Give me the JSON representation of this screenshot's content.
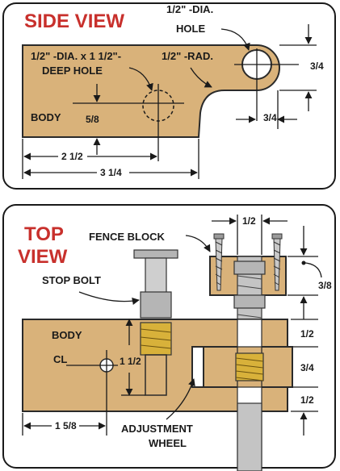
{
  "side_view": {
    "title": "SIDE VIEW",
    "hole_label_line1": "1/2\" -DIA.",
    "hole_label_line2": "HOLE",
    "deep_hole_line1": "1/2\" -DIA. x 1 1/2\"-",
    "deep_hole_line2": "DEEP HOLE",
    "radius_label": "1/2\" -RAD.",
    "body_label": "BODY",
    "dim_5_8": "5/8",
    "dim_3_4_right": "3/4",
    "dim_3_4_bottom": "3/4",
    "dim_2_1_2": "2 1/2",
    "dim_3_1_4": "3 1/4"
  },
  "top_view": {
    "title_line1": "TOP",
    "title_line2": "VIEW",
    "fence_block_label": "FENCE BLOCK",
    "stop_bolt_label": "STOP BOLT",
    "body_label": "BODY",
    "centerline_label": "CL",
    "adjustment_wheel_line1": "ADJUSTMENT",
    "adjustment_wheel_line2": "WHEEL",
    "dim_1_2_top": "1/2",
    "dim_3_8": "3/8",
    "dim_1_2_right_a": "1/2",
    "dim_3_4_right": "3/4",
    "dim_1_2_right_b": "1/2",
    "dim_1_1_2": "1 1/2",
    "dim_1_5_8": "1 5/8"
  },
  "colors": {
    "wood": "#d9b27a",
    "title_red": "#c8302c",
    "brass": "#d8b13a",
    "steel": "#b5b5b5"
  }
}
